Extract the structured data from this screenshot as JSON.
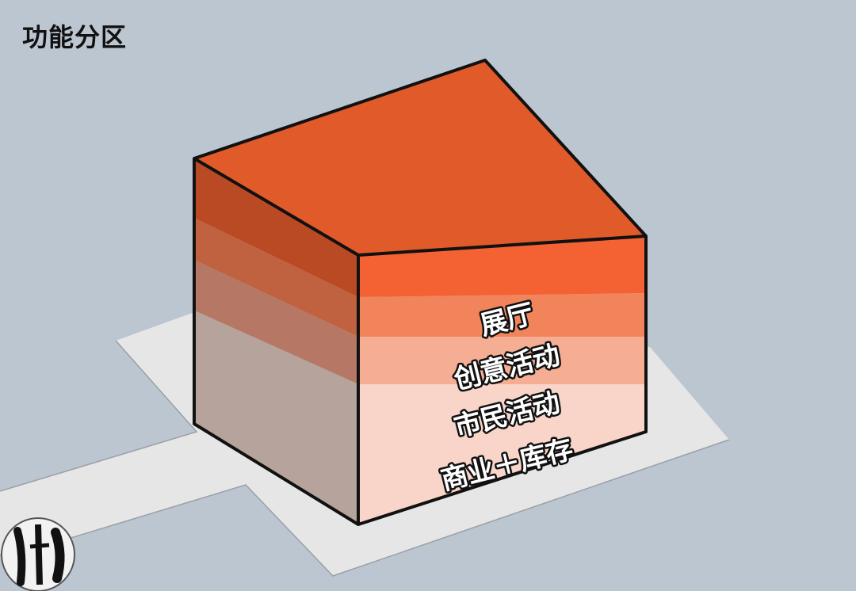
{
  "title": "功能分区",
  "zones": [
    {
      "label": "展厅",
      "front_color": "#f46234",
      "side_color": "#b94a23"
    },
    {
      "label": "创意活动",
      "front_color": "#f2845c",
      "side_color": "#c0613f"
    },
    {
      "label": "市民活动",
      "front_color": "#f5ad93",
      "side_color": "#b67865"
    },
    {
      "label": "商业＋库存",
      "front_color": "#f8d4c9",
      "side_color": "#b5a39c"
    }
  ],
  "colors": {
    "background": "#bcc6d0",
    "ground": "#e6e6e6",
    "roof": "#e05a2a",
    "outline": "#111111"
  }
}
